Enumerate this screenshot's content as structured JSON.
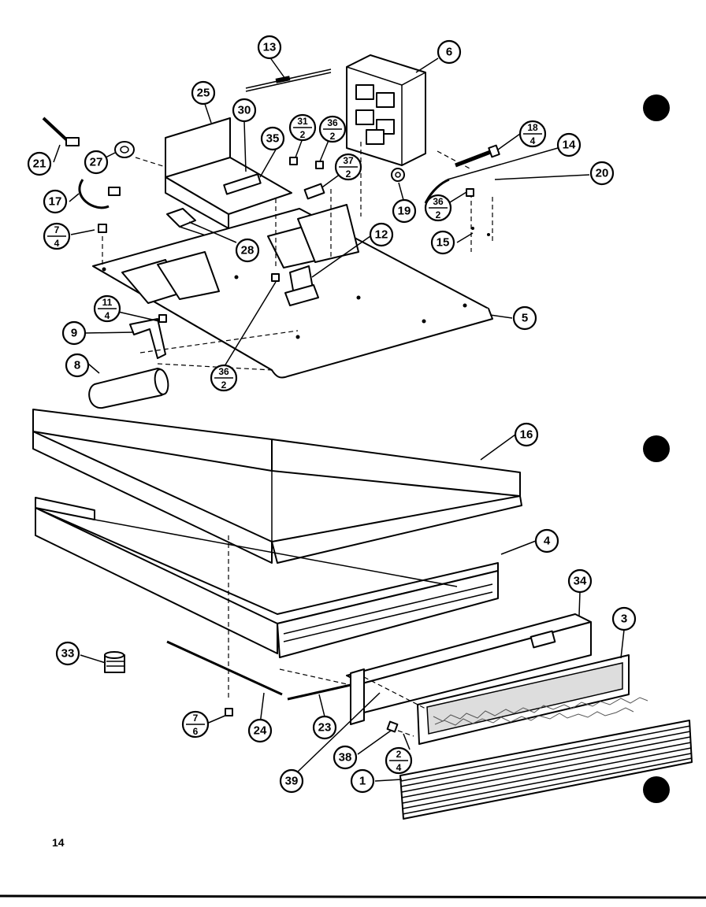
{
  "page_number": "14",
  "callouts": {
    "c13": "13",
    "c6": "6",
    "c25": "25",
    "c30": "30",
    "c18": "18",
    "c4": "4",
    "c21": "21",
    "c27": "27",
    "c35": "35",
    "c14": "14",
    "c20": "20",
    "c17": "17",
    "c19": "19",
    "c15": "15",
    "c28": "28",
    "c12": "12",
    "c5": "5",
    "c9": "9",
    "c8": "8",
    "c16": "16",
    "c4b": "4",
    "c34": "34",
    "c3": "3",
    "c33": "33",
    "c24": "24",
    "c23": "23",
    "c38": "38",
    "c39": "39",
    "c1": "1"
  },
  "fractions": {
    "f31_2": {
      "top": "31",
      "bottom": "2"
    },
    "f36_2a": {
      "top": "36",
      "bottom": "2"
    },
    "f37_2": {
      "top": "37",
      "bottom": "2"
    },
    "f18_4": {
      "top": "18",
      "bottom": "4"
    },
    "f36_2b": {
      "top": "36",
      "bottom": "2"
    },
    "f7_4": {
      "top": "7",
      "bottom": "4"
    },
    "f11_4": {
      "top": "11",
      "bottom": "4"
    },
    "f36_2c": {
      "top": "36",
      "bottom": "2"
    },
    "f7_6": {
      "top": "7",
      "bottom": "6"
    },
    "f2_4": {
      "top": "2",
      "bottom": "4"
    }
  }
}
